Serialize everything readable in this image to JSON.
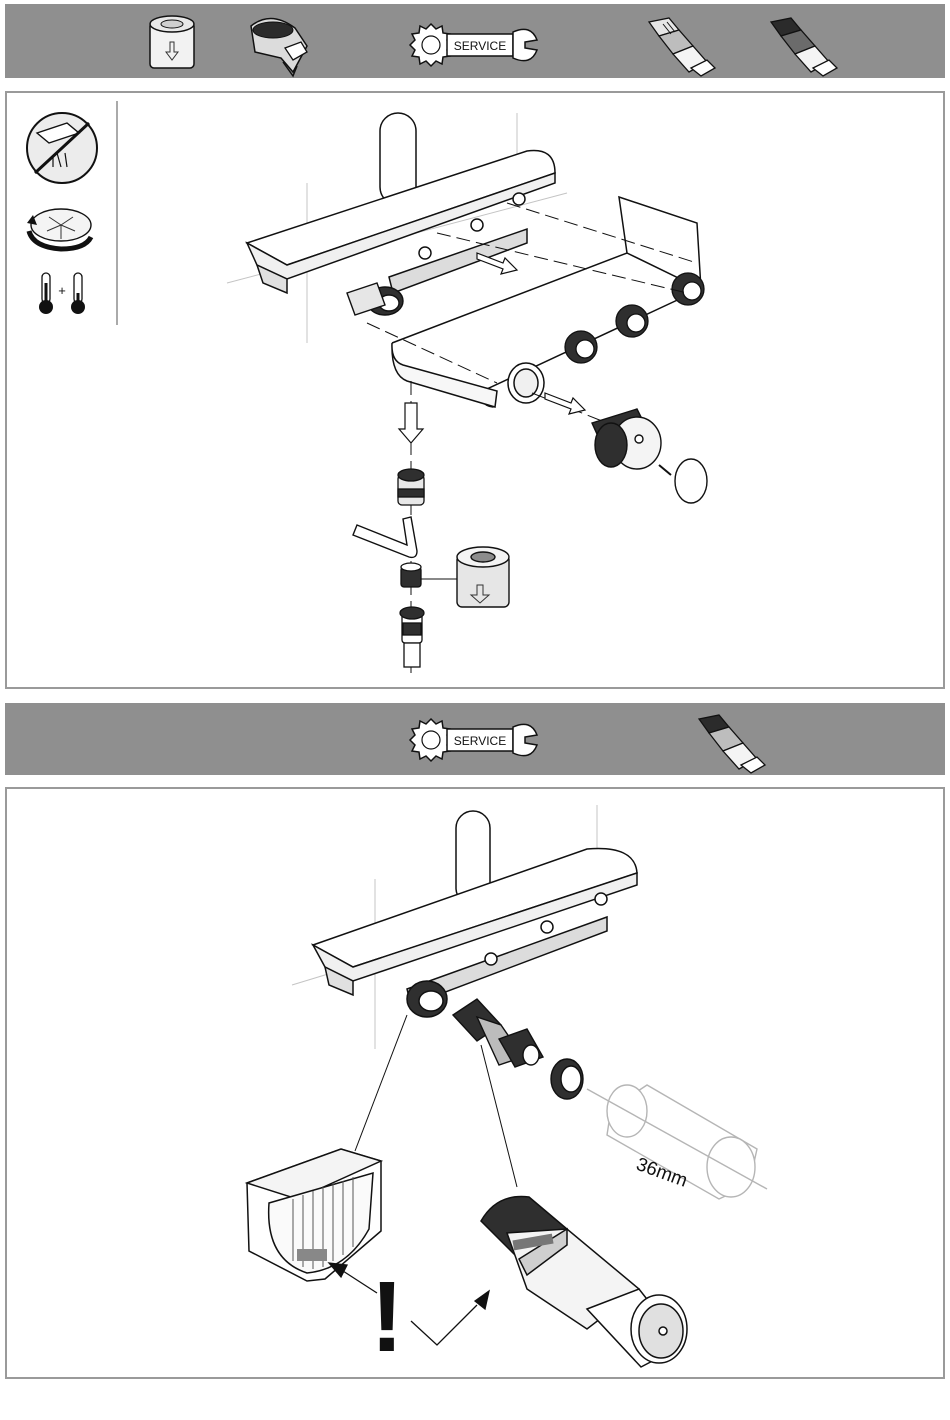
{
  "top_bar": {
    "icons": [
      "strainer-icon",
      "check-valve-icon",
      "service-wrench-icon",
      "thermostat-cartridge-icon",
      "thermostat-cartridge-dark-icon"
    ],
    "service_label": "SERVICE"
  },
  "panel_one": {
    "side_icons": [
      "no-water-flow-icon",
      "rotate-fan-icon",
      "hot-cold-thermometer-icon"
    ],
    "plus_sign": "+"
  },
  "mid_bar": {
    "icons": [
      "service-wrench-icon",
      "thermostat-cartridge-icon"
    ],
    "service_label": "SERVICE"
  },
  "panel_two": {
    "wrench_size_label": "36mm",
    "warning_mark": "!"
  },
  "colors": {
    "band": "#8f8f8f",
    "panel_border": "#9a9a9a",
    "line": "#1a1a1a",
    "ghost_line": "#b5b5b5"
  }
}
